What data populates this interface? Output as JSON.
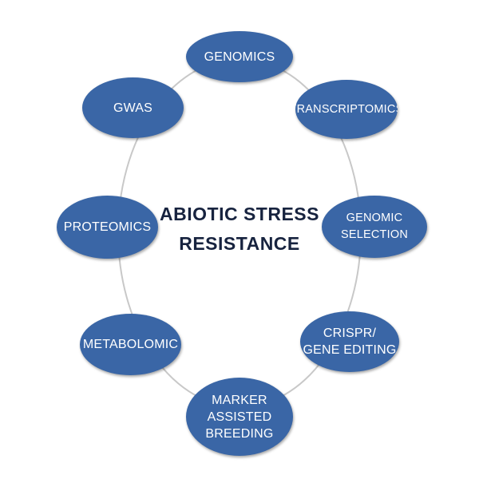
{
  "center": {
    "title": "ABIOTIC STRESS\nRESISTANCE"
  },
  "nodes": {
    "genomics": "GENOMICS",
    "transcriptomics": "TRANSCRIPTOMICS",
    "genomic_selection": "GENOMIC SELECTION",
    "crispr": "CRISPR/\nGENE EDITING",
    "marker_assisted": "MARKER\nASSISTED\nBREEDING",
    "metabolomics": "METABOLOMIC",
    "proteomics": "PROTEOMICS",
    "gwas": "GWAS"
  },
  "colors": {
    "node_fill": "#3a66a6",
    "ring_line": "#c8c8c8",
    "center_text": "#17233f"
  }
}
